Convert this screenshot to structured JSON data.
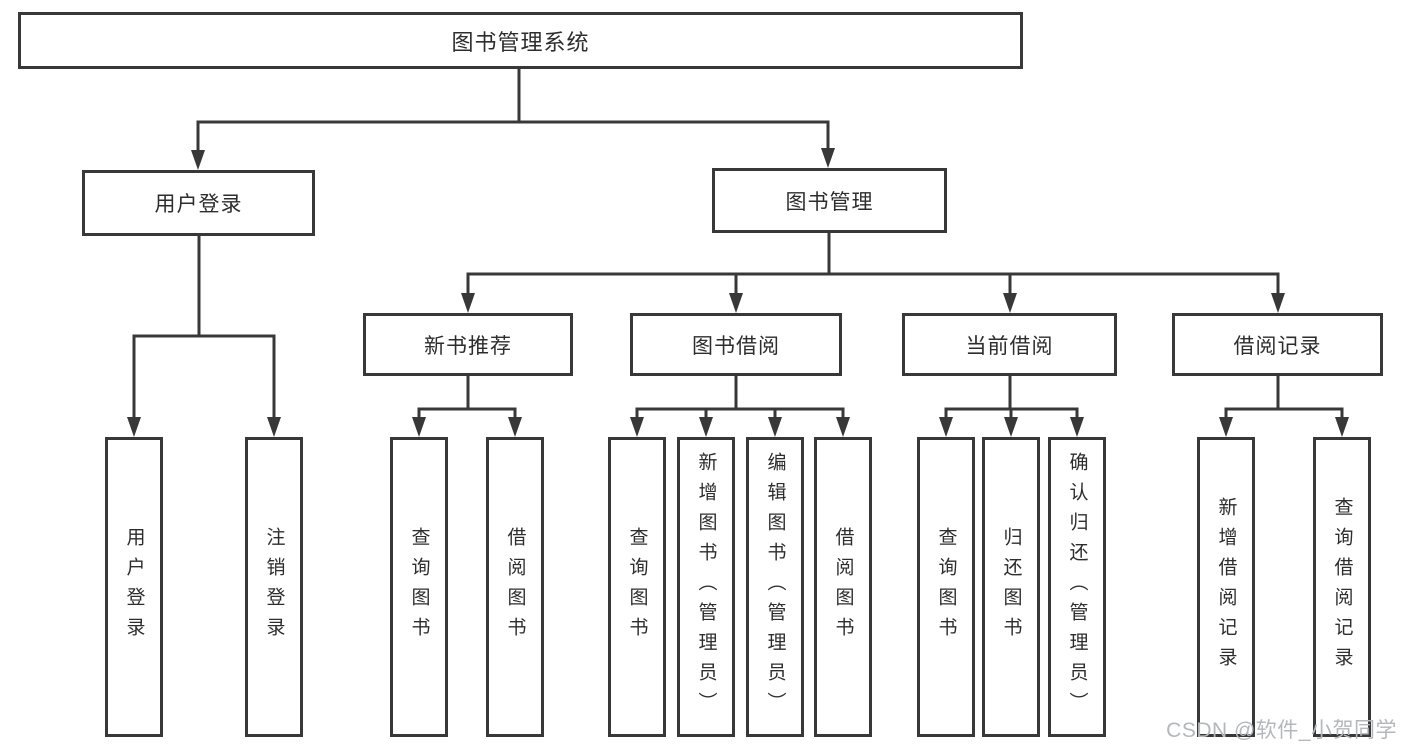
{
  "title": {
    "label": "图书管理系统"
  },
  "branches": {
    "user_login": {
      "label": "用户登录",
      "children": {
        "login": "用户登录",
        "logout": "注销登录"
      }
    },
    "book_mgmt": {
      "label": "图书管理",
      "children": {
        "new_book_rec": {
          "label": "新书推荐",
          "children": {
            "query_books": "查询图书",
            "borrow_books": "借阅图书"
          }
        },
        "book_borrow": {
          "label": "图书借阅",
          "children": {
            "query_books": "查询图书",
            "add_books": "新增图书（管理员）",
            "edit_books": "编辑图书（管理员）",
            "borrow_books": "借阅图书"
          }
        },
        "current_borrow": {
          "label": "当前借阅",
          "children": {
            "query_books": "查询图书",
            "return_books": "归还图书",
            "confirm_return": "确认归还（管理员）"
          }
        },
        "borrow_record": {
          "label": "借阅记录",
          "children": {
            "add_record": "新增借阅记录",
            "query_record": "查询借阅记录"
          }
        }
      }
    }
  },
  "watermark": {
    "text": "CSDN @软件_小贺同学"
  },
  "colors": {
    "line": "#383838",
    "text": "#2d2d2d",
    "watermark": "#b4b7bb",
    "background": "#ffffff"
  }
}
